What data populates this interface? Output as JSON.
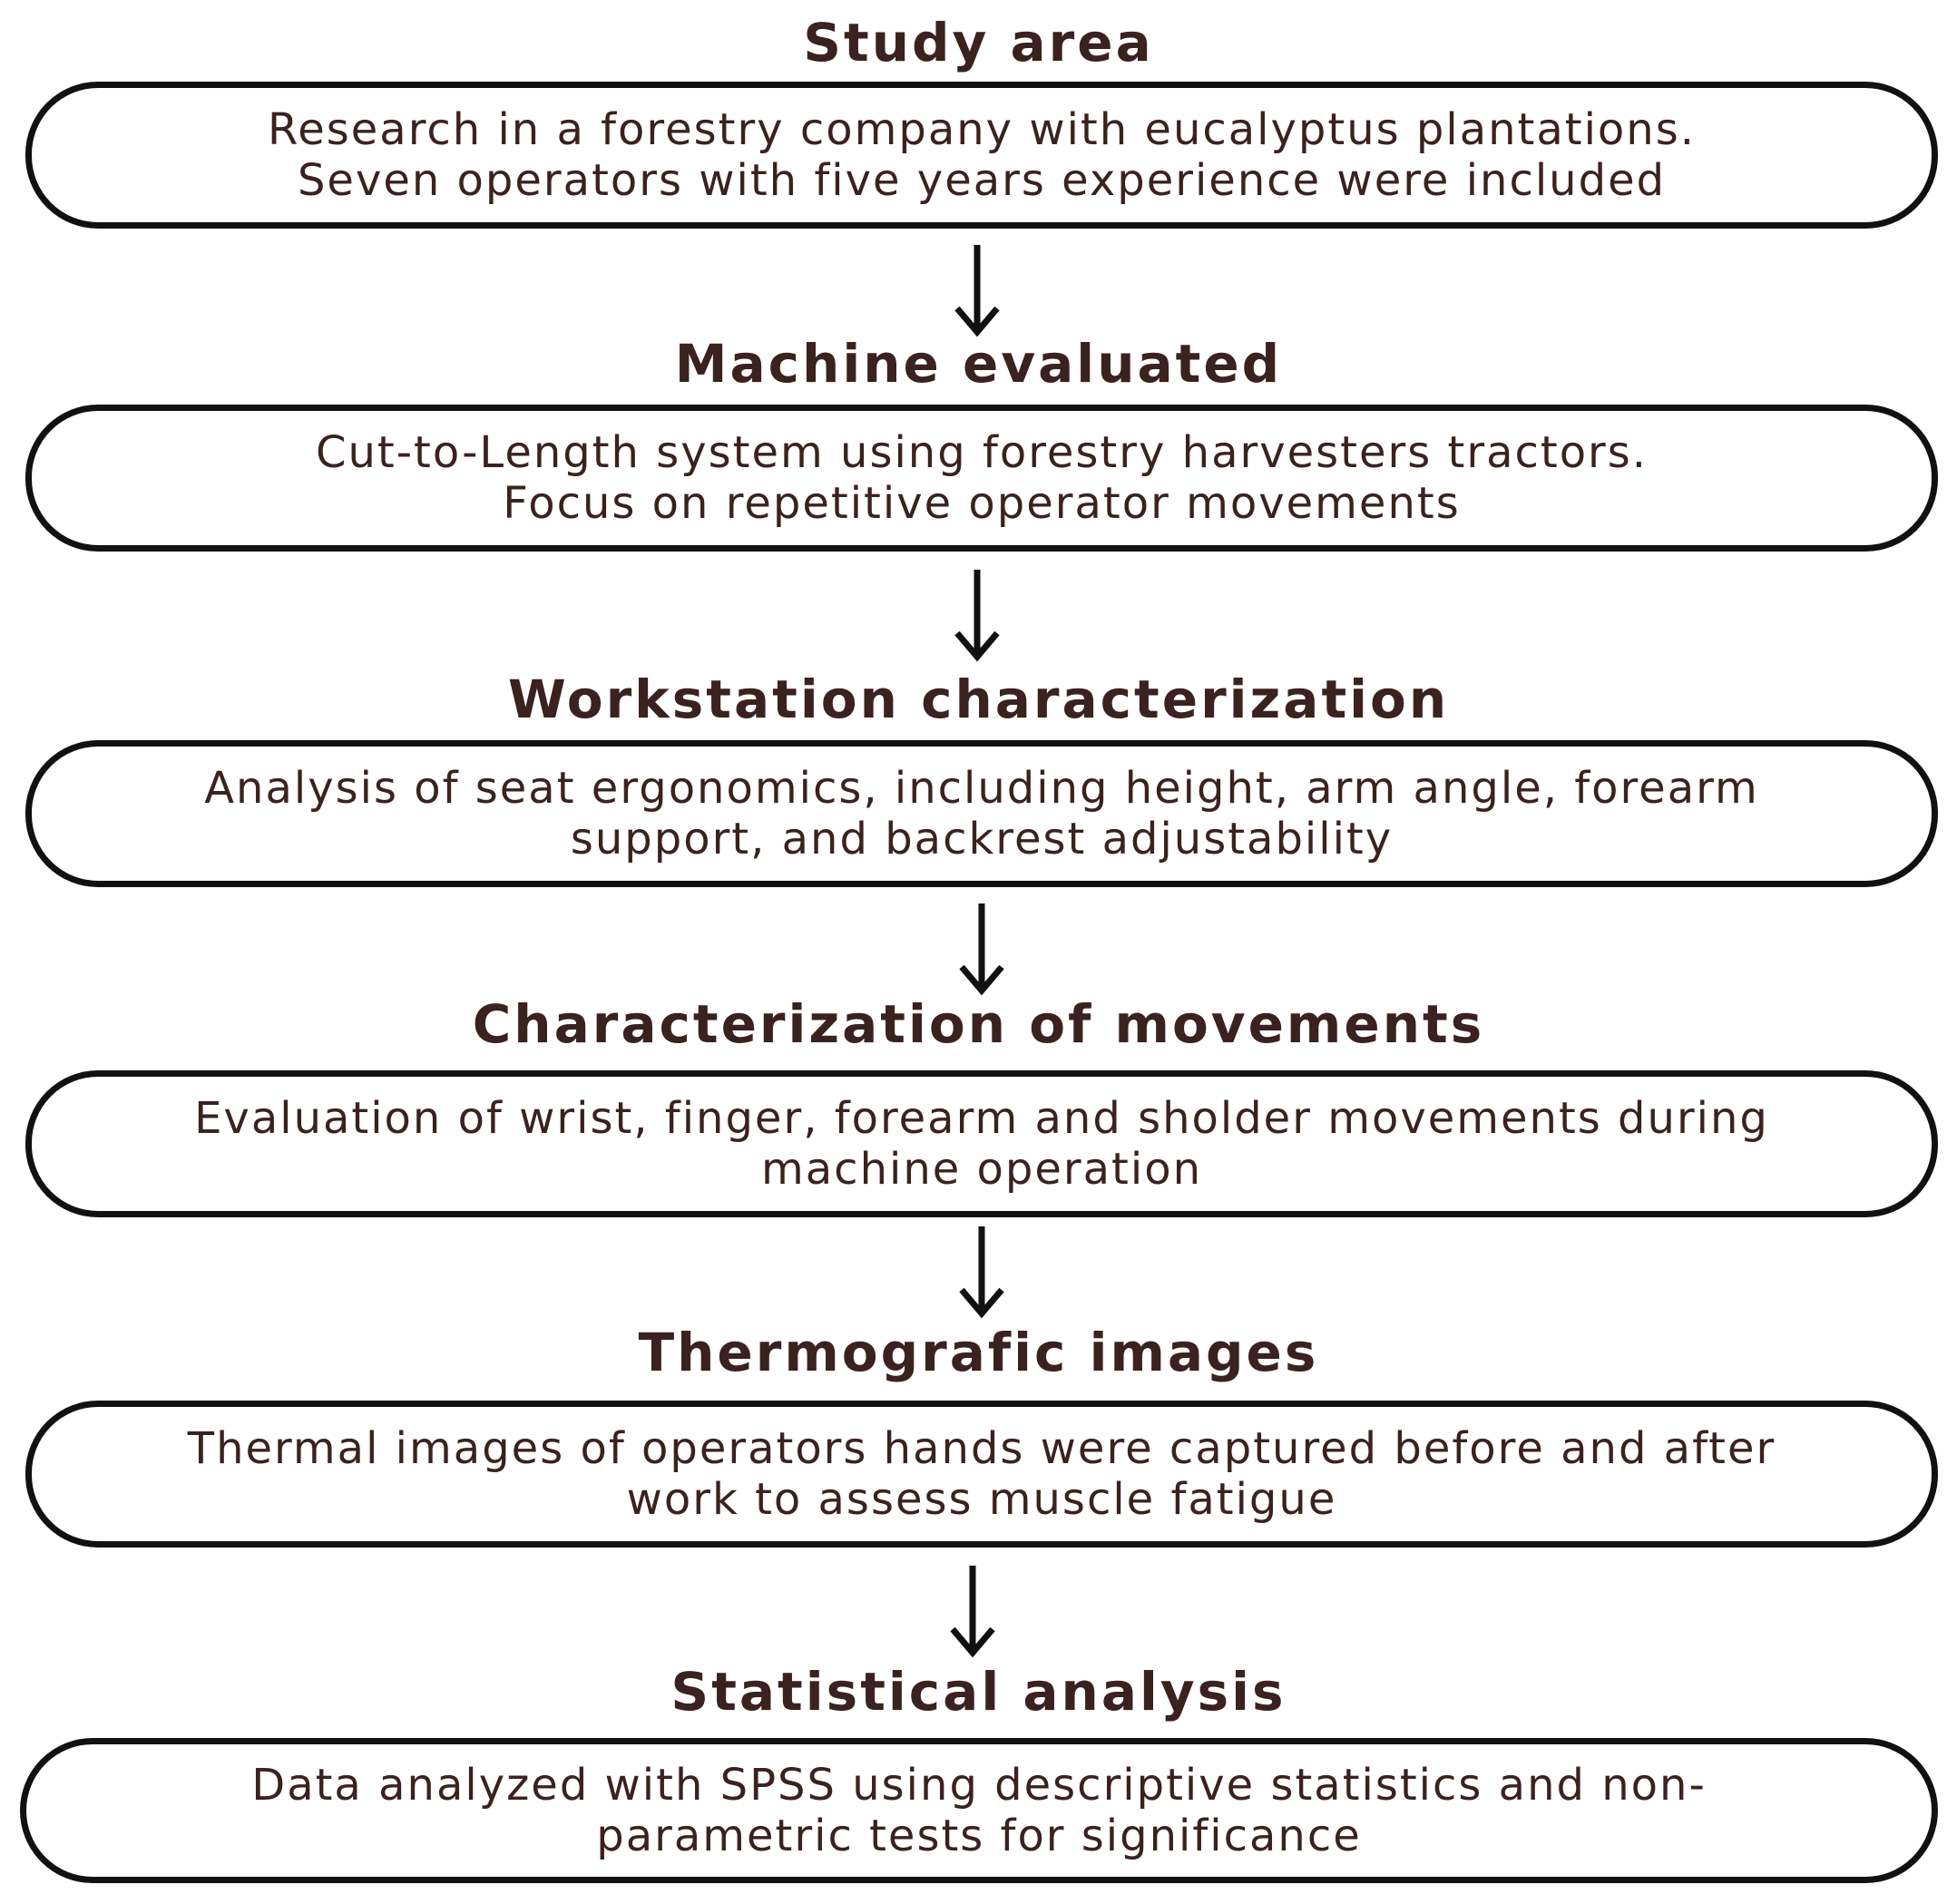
{
  "steps": [
    {
      "title": "Study area",
      "lines": [
        "Research in a forestry company with eucalyptus plantations.",
        "Seven operators with five years experience were included"
      ]
    },
    {
      "title": "Machine evaluated",
      "lines": [
        "Cut-to-Length system using forestry harvesters tractors.",
        "Focus on repetitive operator movements"
      ]
    },
    {
      "title": "Workstation characterization",
      "lines": [
        "Analysis of seat  ergonomics, including height, arm angle,  forearm",
        "support, and backrest adjustability"
      ]
    },
    {
      "title": "Characterization of movements",
      "lines": [
        "Evaluation of wrist, finger, forearm and sholder movements during",
        "machine operation"
      ]
    },
    {
      "title": "Thermografic images",
      "lines": [
        "Thermal images of operators hands were captured before and after",
        "work to assess muscle fatigue"
      ]
    },
    {
      "title": "Statistical analysis",
      "lines": [
        "Data analyzed with SPSS using descriptive statistics and non-",
        "parametric tests for significance"
      ]
    }
  ],
  "colors": {
    "text": "#3a2220",
    "border": "#111111",
    "arrow": "#111111",
    "background": "#ffffff"
  }
}
